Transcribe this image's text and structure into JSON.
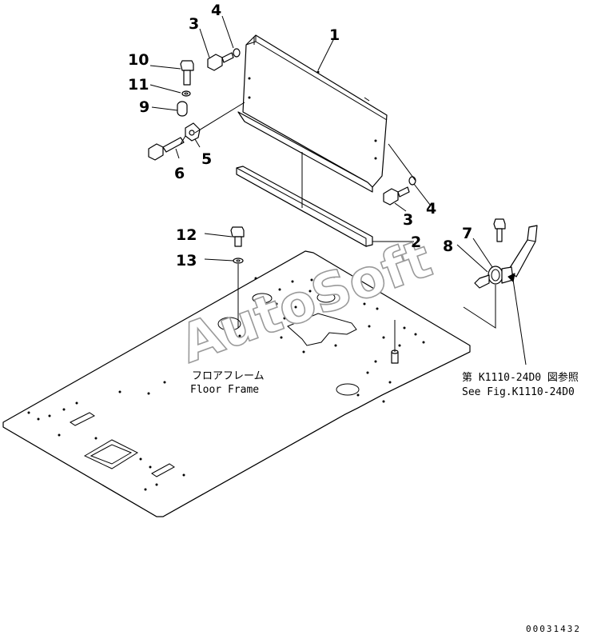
{
  "callouts": {
    "c1": "1",
    "c2": "2",
    "c3a": "3",
    "c3b": "3",
    "c4a": "4",
    "c4b": "4",
    "c5": "5",
    "c6": "6",
    "c7": "7",
    "c8": "8",
    "c9": "9",
    "c10": "10",
    "c11": "11",
    "c12": "12",
    "c13": "13"
  },
  "floor_frame": {
    "label_jp": "フロアフレーム",
    "label_en": "Floor Frame"
  },
  "reference": {
    "label_jp": "第 K1110-24D0 図参照",
    "label_en": "See Fig.K1110-24D0"
  },
  "watermark": "AutoSoft",
  "document_number": "00031432"
}
